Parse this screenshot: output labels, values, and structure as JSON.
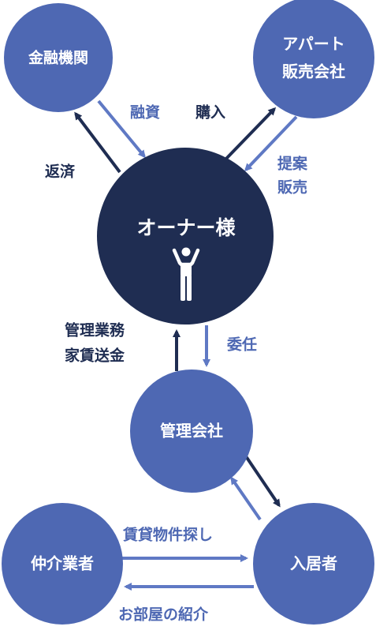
{
  "colors": {
    "primary_node": "#4e68b3",
    "center_node": "#1f2d52",
    "dark_arrow": "#1f2d52",
    "light_arrow": "#5f79c4",
    "text_light": "#ffffff",
    "text_dark": "#1f2d52",
    "text_blue": "#4e68b3"
  },
  "nodes": {
    "finance": {
      "label": "金融機関"
    },
    "apartment": {
      "line1": "アパート",
      "line2": "販売会社"
    },
    "owner": {
      "label": "オーナー様",
      "icon": "person-icon"
    },
    "management": {
      "label": "管理会社"
    },
    "agent": {
      "label": "仲介業者"
    },
    "resident": {
      "label": "入居者"
    }
  },
  "edges": {
    "loan": "融資",
    "repay": "返済",
    "purchase": "購入",
    "propose_line1": "提案",
    "propose_line2": "販売",
    "mgmt_line1": "管理業務",
    "mgmt_line2": "家賃送金",
    "delegate": "委任",
    "search": "賃貸物件探し",
    "introduce": "お部屋の紹介"
  }
}
